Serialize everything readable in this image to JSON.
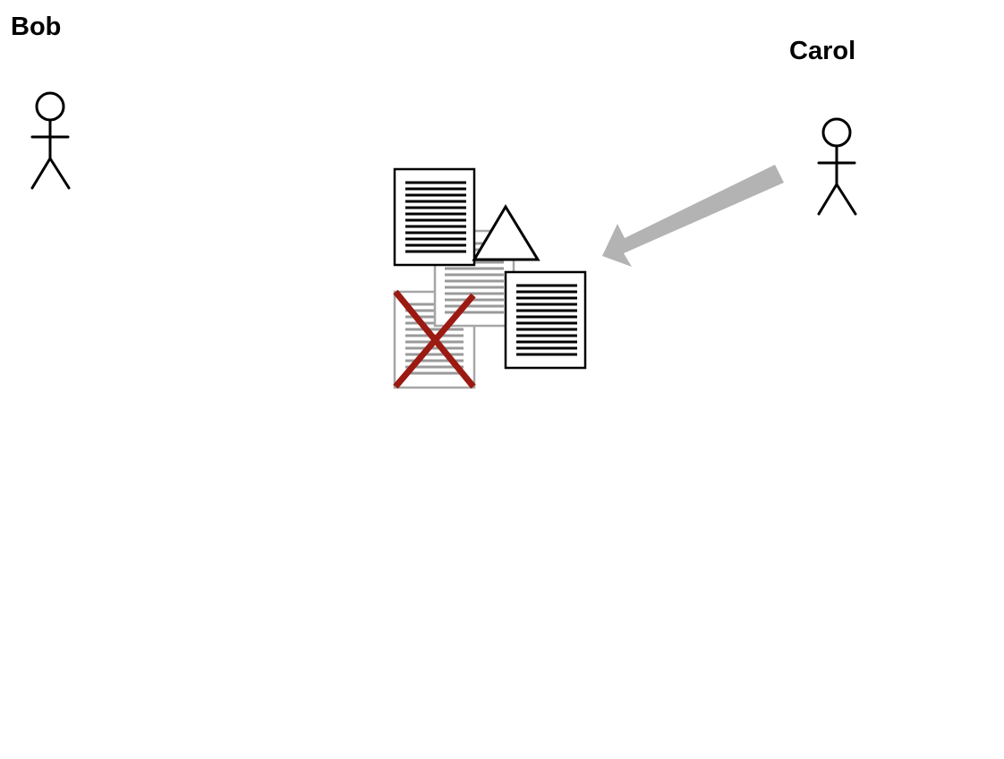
{
  "actors": {
    "left": {
      "name": "Bob"
    },
    "right": {
      "name": "Carol"
    }
  },
  "icons": {
    "stick_figure": "stick-figure-icon",
    "document": "document-icon",
    "triangle": "triangle-icon",
    "cross": "x-mark-icon",
    "arrow": "arrow-icon"
  },
  "documents": [
    {
      "role": "document-front-left",
      "style": "active"
    },
    {
      "role": "document-middle-faded",
      "style": "faded"
    },
    {
      "role": "document-front-right",
      "style": "active"
    },
    {
      "role": "document-crossed-out",
      "style": "faded-crossed"
    }
  ],
  "colors": {
    "ink": "#000000",
    "faded": "#a6a6a6",
    "faded_lines": "#9a9a9a",
    "cross": "#9b1a12",
    "arrow": "#b3b3b3",
    "background": "#ffffff"
  }
}
